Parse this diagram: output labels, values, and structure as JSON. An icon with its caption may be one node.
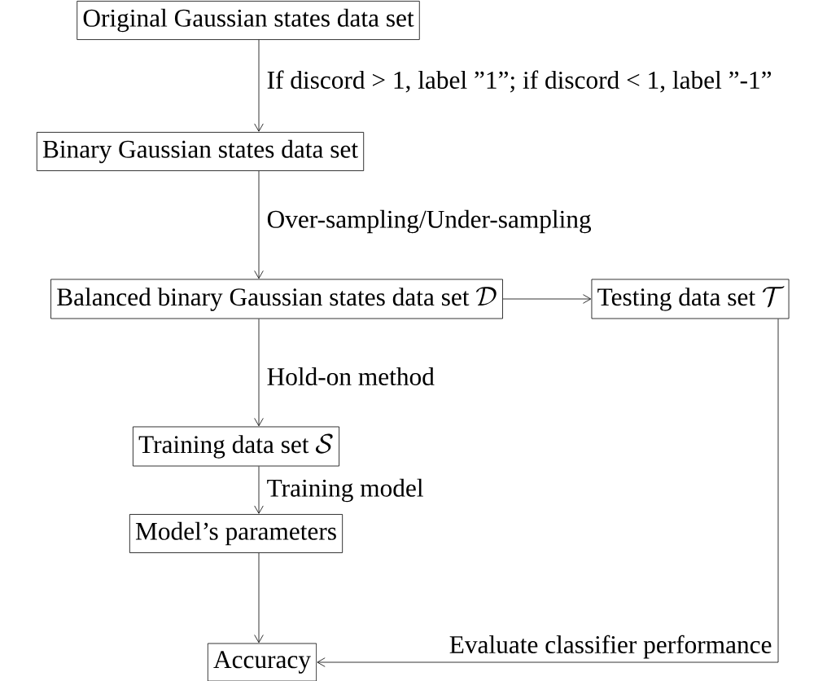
{
  "diagram": {
    "nodes": [
      {
        "text": [
          "Original Gaussian states data set"
        ]
      },
      {
        "text": [
          "Binary Gaussian states data set"
        ]
      },
      {
        "text": [
          "Balanced binary Gaussian states data set",
          "\\mathcal{D}"
        ]
      },
      {
        "text": [
          "Testing data set",
          "\\mathcal{T}"
        ]
      },
      {
        "text": [
          "Training data set",
          "\\mathcal{S}"
        ]
      },
      {
        "text": [
          "Model’s parameters"
        ]
      },
      {
        "text": [
          "Accuracy"
        ]
      }
    ],
    "edges": [
      {
        "from": 0,
        "to": 1,
        "arrow": "to",
        "label": "If discord > 1, label ”1”; if discord < 1, label ”-1”"
      },
      {
        "from": 1,
        "to": 2,
        "arrow": "to",
        "label": "Over-sampling/Under-sampling"
      },
      {
        "from": 2,
        "to": 3,
        "arrow": "to"
      },
      {
        "from": 2,
        "to": 4,
        "arrow": "to",
        "label": "Hold-on method"
      },
      {
        "from": 4,
        "to": 5,
        "arrow": "to",
        "label": "Training model"
      },
      {
        "from": 5,
        "to": 6,
        "arrow": "to"
      },
      {
        "from": 3,
        "to": 6,
        "arrow": "to",
        "label": "Evaluate classifier performance"
      }
    ]
  }
}
